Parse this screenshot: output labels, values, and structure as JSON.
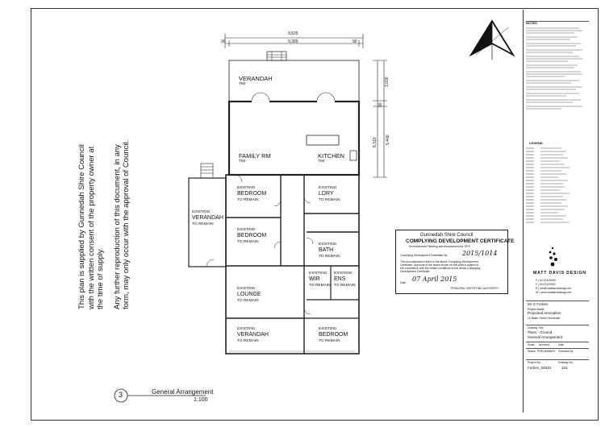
{
  "side_note": {
    "line1": "This plan is supplied by Gunnedah Shire Council",
    "line2": "with the written consent of the property owner at",
    "line3": "the time of supply.",
    "line4": "Any further reproduction of this document, in any",
    "line5": "form, may only occur with the approval of Council."
  },
  "dimensions": {
    "overall": "9,525",
    "inner": "9,365",
    "left_small": "90",
    "right_small": "90",
    "height_top": "3,030",
    "height_mid": "90",
    "height_a": "5,310",
    "height_b": "5,400"
  },
  "rooms": {
    "verandah_top": {
      "name": "VERANDAH",
      "note": "TIM"
    },
    "family": {
      "name": "FAMILY RM",
      "note": "TIM"
    },
    "kitchen": {
      "name": "KITCHEN",
      "note": "TIM"
    },
    "bedroom1": {
      "pre": "EXISTING",
      "name": "BEDROOM",
      "note": "TO REMAIN"
    },
    "ldry": {
      "pre": "EXISTING",
      "name": "LDRY",
      "note": "TO REMAIN"
    },
    "verandah_left": {
      "pre": "EXISTING",
      "name": "VERANDAH",
      "note": "TO REMAIN"
    },
    "bedroom2": {
      "pre": "EXISTING",
      "name": "BEDROOM",
      "note": "TO REMAIN"
    },
    "bath": {
      "pre": "EXISTING",
      "name": "BATH",
      "note": "TO REMAIN"
    },
    "wir": {
      "pre": "EXISTING",
      "name": "WIR",
      "note": "TO REMAIN"
    },
    "ens": {
      "pre": "EXISTING",
      "name": "ENS",
      "note": "TO REMAIN"
    },
    "lounge": {
      "pre": "EXISTING",
      "name": "LOUNGE",
      "note": "TO REMAIN"
    },
    "verandah_bottom": {
      "pre": "EXISTING",
      "name": "VERANDAH",
      "note": "TO REMAIN"
    },
    "bedroom3": {
      "pre": "EXISTING",
      "name": "BEDROOM",
      "note": "TO REMAIN"
    }
  },
  "drawing_label": {
    "number": "3",
    "title": "General Arrangement",
    "scale": "1:100"
  },
  "certificate": {
    "council": "Gunnedah Shire Council",
    "title": "COMPLYING DEVELOPMENT CERTIFICATE",
    "act": "Environmental Planning and Assessment Act 1979",
    "cert_label": "Complying Development Certificate No.",
    "cert_number": "2015/1014",
    "body1": "This documentation refers to the above Complying Development",
    "body2": "Certificate. Approval of the works shown on this plan is subject to",
    "body3": "the compliance with the written conditions of the above Complying",
    "body4": "Development Certificate.",
    "date_label": "Date",
    "date_value": "07 April 2015",
    "footer": "PRINCIPAL CERTIFYING AUTHORITY"
  },
  "title_block": {
    "notes_heading": "NOTES",
    "legend_heading": "LEGEND",
    "company": "MATT DAVIS DESIGN",
    "phone": "P | 02 67422600",
    "fax": "F | 02 67422602",
    "email": "E | info@mattdavisdesign.net",
    "web": "W | www.mattdavisdesign.net",
    "client": "Mr G Forbes",
    "project_label": "Project Name",
    "project": "Proposed renovation",
    "address": "10 Baker Street Gunnedah",
    "drawing_title_label": "Drawing Title",
    "drawing_title1": "Plans - Ground",
    "drawing_title2": "General Arrangement",
    "scale_label": "Scale",
    "scale_value": "as noted",
    "date_label": "Date",
    "status_label": "Status",
    "status_value": "PRELIMINARY",
    "checked_label": "Checked By",
    "project_no_label": "Project No.",
    "drawing_no_label": "Drawing No.",
    "project_no": "Forbes_04815",
    "drawing_no": "102"
  },
  "colors": {
    "ink": "#111111",
    "line": "#333333"
  }
}
